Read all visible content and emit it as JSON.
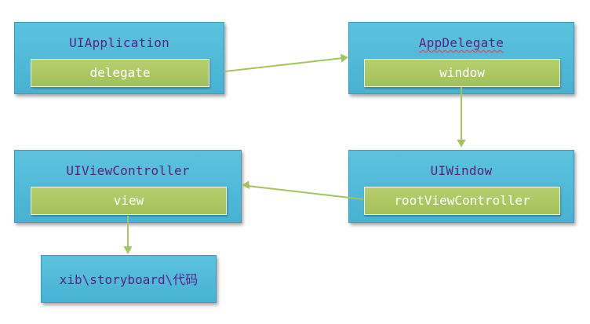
{
  "boxes": {
    "uiapplication": {
      "title": "UIApplication",
      "inner": "delegate"
    },
    "appdelegate": {
      "title": "AppDelegate",
      "inner": "window"
    },
    "uiviewcontroller": {
      "title": "UIViewController",
      "inner": "view"
    },
    "uiwindow": {
      "title": "UIWindow",
      "inner": "rootViewController"
    },
    "loading": {
      "prefix": "xib\\storyboard\\",
      "suffix": "代码"
    }
  },
  "colors": {
    "box_fill": "#52bada",
    "inner_fill": "#acc862",
    "title_text": "#5b1f86",
    "inner_text": "#ffffff",
    "arrow": "#a3c45c"
  }
}
